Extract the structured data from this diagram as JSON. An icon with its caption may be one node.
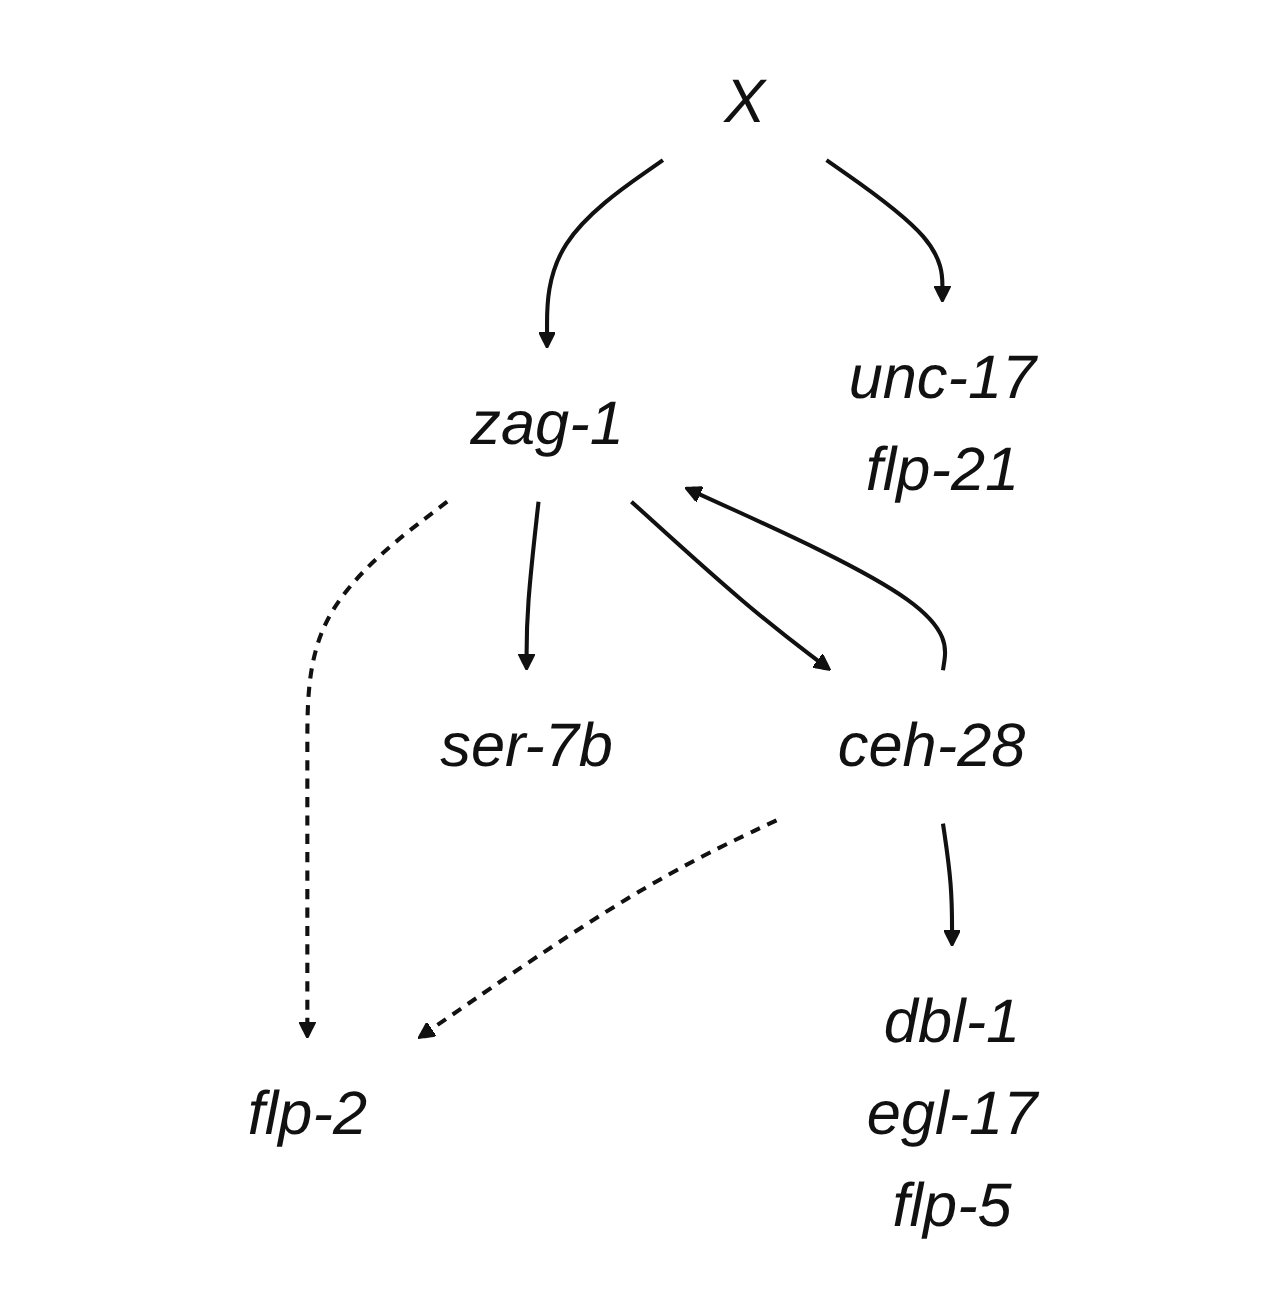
{
  "diagram": {
    "nodes": [
      {
        "text": [
          "X"
        ]
      },
      {
        "text": [
          "zag-1"
        ]
      },
      {
        "text": [
          "unc-17",
          "flp-21"
        ]
      },
      {
        "text": [
          "ceh-28"
        ]
      },
      {
        "text": [
          "ser-7b"
        ]
      },
      {
        "text": [
          "flp-2"
        ]
      },
      {
        "text": [
          "dbl-1",
          "egl-17",
          "flp-5"
        ]
      }
    ],
    "edges": [
      {
        "from": 0,
        "to": 1,
        "arrow": "to"
      },
      {
        "from": 0,
        "to": 2,
        "arrow": "to"
      },
      {
        "from": 1,
        "to": 3,
        "arrow": "to"
      },
      {
        "from": 3,
        "to": 1,
        "arrow": "to"
      },
      {
        "from": 1,
        "to": 4,
        "arrow": "to"
      },
      {
        "from": 1,
        "to": 5,
        "arrow": "to",
        "style": "dashed"
      },
      {
        "from": 3,
        "to": 5,
        "arrow": "to",
        "style": "dashed"
      },
      {
        "from": 3,
        "to": 6,
        "arrow": "to"
      }
    ]
  }
}
